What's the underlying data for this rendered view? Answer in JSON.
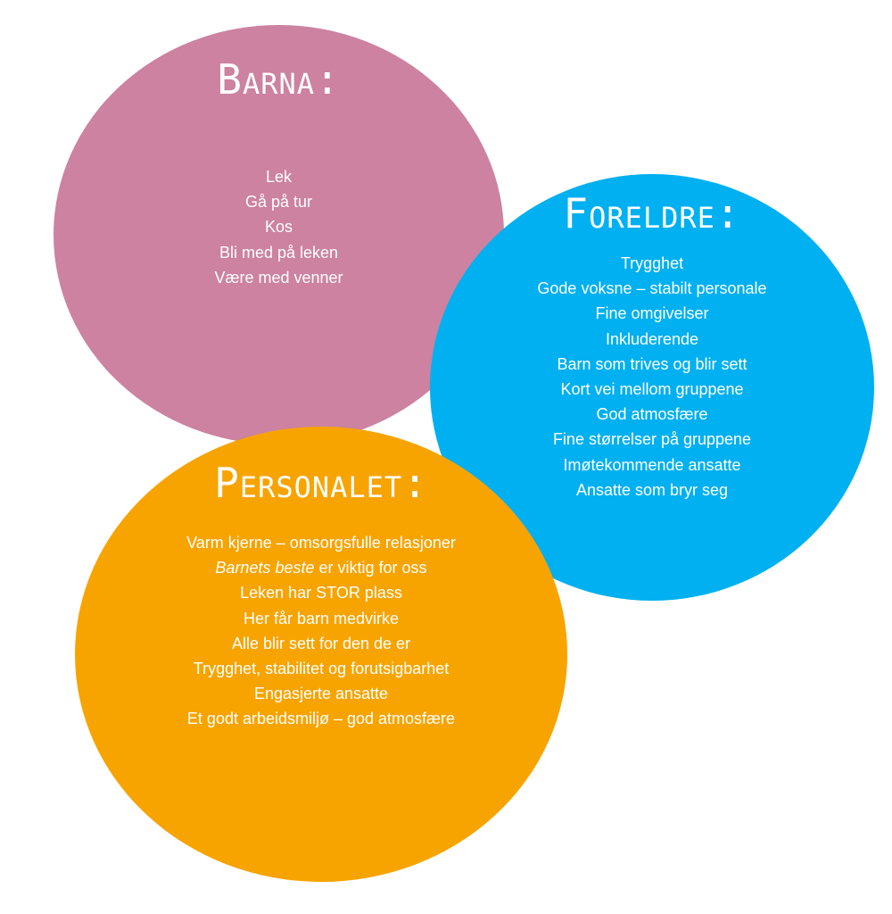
{
  "colors": {
    "barna": "#cc82a0",
    "foreldre": "#00b0f0",
    "personalet": "#f7a400",
    "text": "#ffffff",
    "background": "#ffffff"
  },
  "barna": {
    "title": "Barna:",
    "items": [
      "Lek",
      "Gå på tur",
      "Kos",
      "Bli med på leken",
      "Være med venner"
    ]
  },
  "foreldre": {
    "title": "Foreldre:",
    "items": [
      "Trygghet",
      "Gode voksne – stabilt personale",
      "Fine omgivelser",
      "Inkluderende",
      "Barn som trives og blir sett",
      "Kort vei mellom gruppene",
      "God atmosfære",
      "Fine størrelser på gruppene",
      "Imøtekommende ansatte",
      "Ansatte som bryr seg"
    ]
  },
  "personalet": {
    "title": "Personalet:",
    "items": [
      "Varm kjerne – omsorgsfulle relasjoner",
      "Barnets beste",
      "er viktig for oss",
      "Leken har STOR plass",
      "Her får barn medvirke",
      "Alle blir sett for den de er",
      "Trygghet, stabilitet og forutsigbarhet",
      "Engasjerte ansatte",
      "Et godt arbeidsmiljø – god atmosfære"
    ]
  }
}
